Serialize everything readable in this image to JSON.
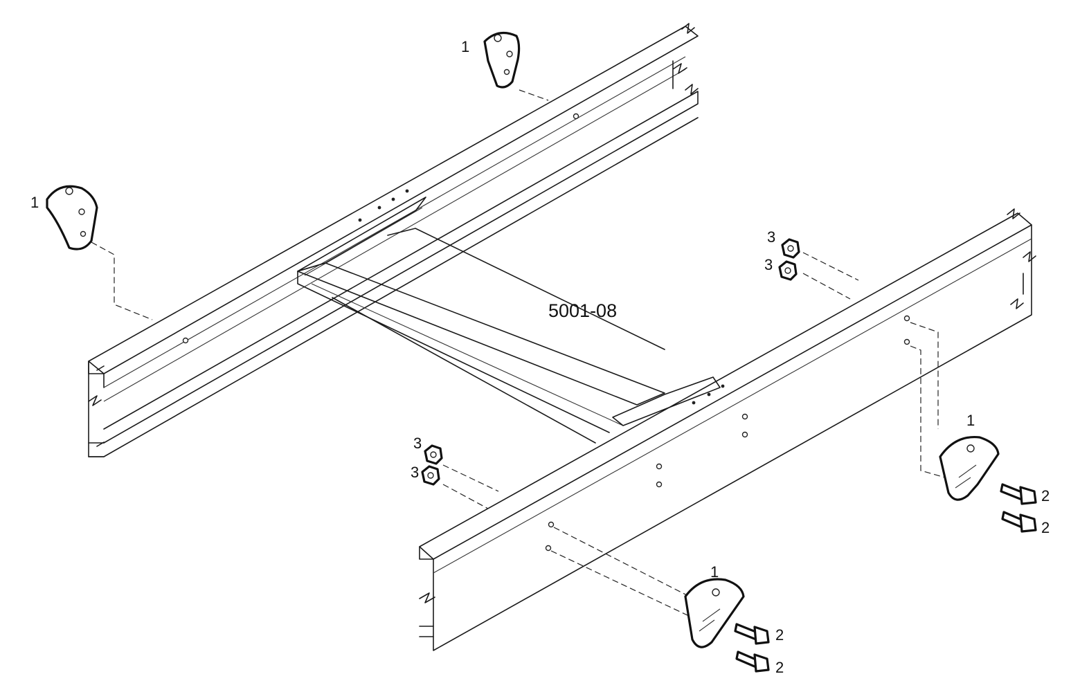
{
  "figure": {
    "id": "5001-08"
  },
  "callouts": {
    "bracket_top": "1",
    "bracket_left": "1",
    "bracket_right": "1",
    "bracket_bottom": "1",
    "nut_upper_a": "3",
    "nut_upper_b": "3",
    "nut_lower_a": "3",
    "nut_lower_b": "3",
    "bolt_right_a": "2",
    "bolt_right_b": "2",
    "bolt_bottom_a": "2",
    "bolt_bottom_b": "2"
  }
}
